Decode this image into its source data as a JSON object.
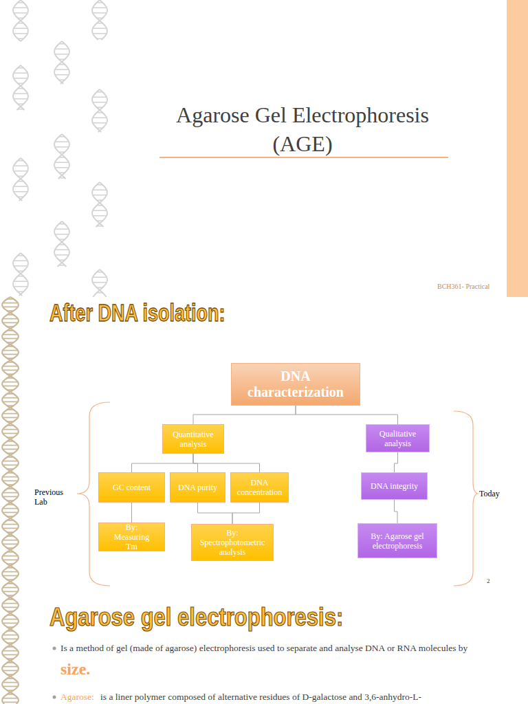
{
  "diagram": {
    "title": "Agarose Gel Electrophoresis (AGE)",
    "nodes": [
      {
        "text": [
          "DNA characterization"
        ]
      },
      {
        "text": [
          "Quantitative analysis"
        ]
      },
      {
        "text": [
          "Qualitative analysis"
        ]
      },
      {
        "text": [
          "GC content"
        ]
      },
      {
        "text": [
          "DNA purity"
        ]
      },
      {
        "text": [
          "DNA concentration"
        ]
      },
      {
        "text": [
          "DNA integrity"
        ]
      },
      {
        "text": [
          "By: Measuring Tm"
        ]
      },
      {
        "text": [
          "By: Spectrophotometric analysis"
        ]
      },
      {
        "text": [
          "By: Agarose gel electrophoresis"
        ]
      }
    ],
    "edges": [
      {
        "from": 0,
        "to": 1,
        "arrow": "none"
      },
      {
        "from": 0,
        "to": 2,
        "arrow": "none"
      },
      {
        "from": 1,
        "to": 3,
        "arrow": "none"
      },
      {
        "from": 1,
        "to": 4,
        "arrow": "none"
      },
      {
        "from": 1,
        "to": 5,
        "arrow": "none"
      },
      {
        "from": 2,
        "to": 6,
        "arrow": "none"
      },
      {
        "from": 3,
        "to": 7,
        "arrow": "none"
      },
      {
        "from": 4,
        "to": 8,
        "arrow": "none"
      },
      {
        "from": 5,
        "to": 8,
        "arrow": "none"
      },
      {
        "from": 6,
        "to": 9,
        "arrow": "none"
      }
    ],
    "labels": [
      "BCH361- Practical",
      "After DNA isolation:",
      "Previous Lab",
      "Today",
      "2",
      "Agarose gel electrophoresis:",
      "Is a method of gel (made of agarose) electrophoresis used to separate and analyse DNA or RNA molecules by",
      "size.",
      "Agarose:",
      "is a liner polymer composed of alternative residues of D-galactose and 3,6-anhydro-L-"
    ]
  }
}
